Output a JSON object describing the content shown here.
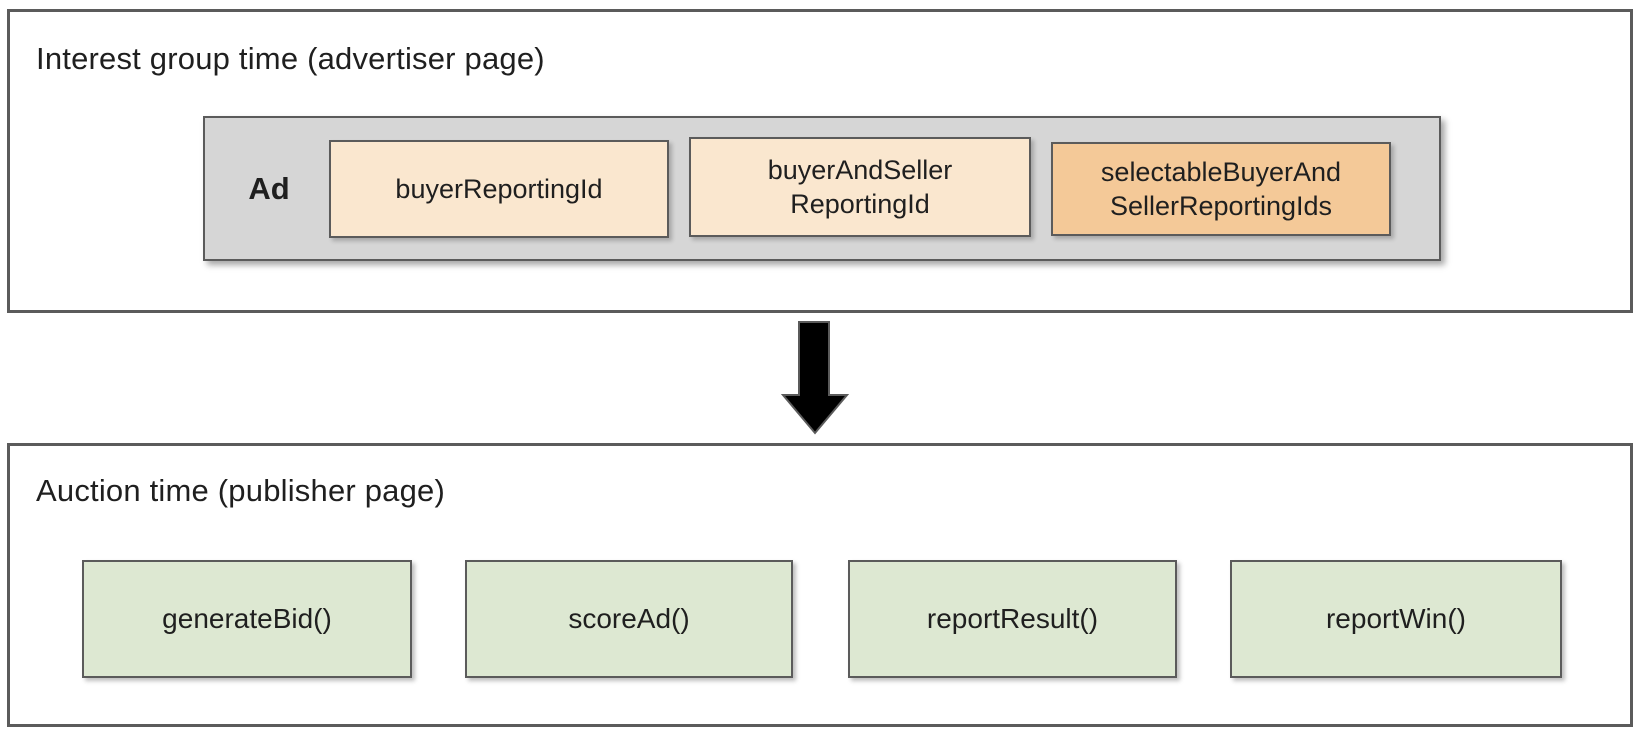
{
  "colors": {
    "border": "#5b5b5b",
    "container_gray": "#d6d6d6",
    "field_peach_light": "#fae7cf",
    "field_peach_dark": "#f4c998",
    "function_green": "#dde8d2",
    "arrow_fill": "#000000"
  },
  "interest_group_section": {
    "title": "Interest group time (advertiser page)",
    "ad_container": {
      "label": "Ad",
      "fields": [
        {
          "line1": "buyerReportingId",
          "line2": "",
          "variant": "light"
        },
        {
          "line1": "buyerAndSeller",
          "line2": "ReportingId",
          "variant": "light"
        },
        {
          "line1": "selectableBuyerAnd",
          "line2": "SellerReportingIds",
          "variant": "dark"
        }
      ]
    }
  },
  "arrow": {
    "direction": "down"
  },
  "auction_section": {
    "title": "Auction time (publisher page)",
    "functions": [
      {
        "label": "generateBid()"
      },
      {
        "label": "scoreAd()"
      },
      {
        "label": "reportResult()"
      },
      {
        "label": "reportWin()"
      }
    ]
  }
}
